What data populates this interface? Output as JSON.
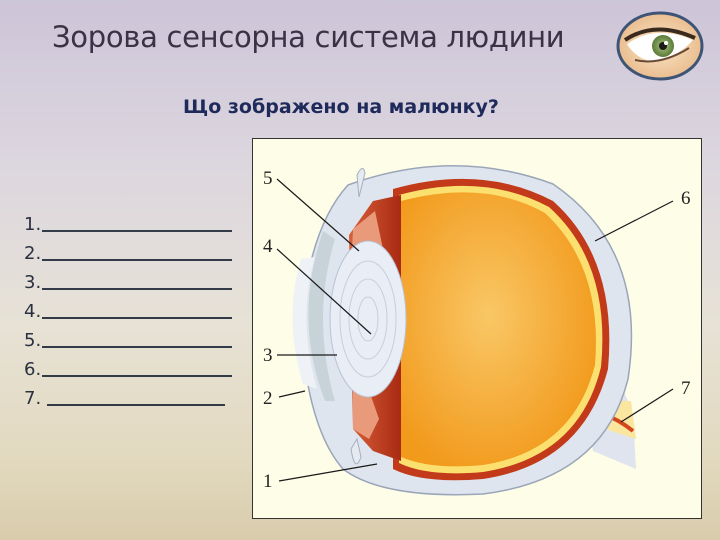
{
  "slide": {
    "title": "Зорова сенсорна система людини",
    "question": "Що зображено на малюнку?",
    "header_image": "eye-photo-icon"
  },
  "answers": [
    {
      "number": "1.",
      "blank": ""
    },
    {
      "number": "2.",
      "blank": ""
    },
    {
      "number": "3.",
      "blank": ""
    },
    {
      "number": "4.",
      "blank": ""
    },
    {
      "number": "5.",
      "blank": ""
    },
    {
      "number": "6.",
      "blank": ""
    },
    {
      "number": "7.",
      "blank": ""
    }
  ],
  "diagram": {
    "subject": "eyeball-cross-section",
    "labels": [
      {
        "id": "1",
        "text": "1"
      },
      {
        "id": "2",
        "text": "2"
      },
      {
        "id": "3",
        "text": "3"
      },
      {
        "id": "4",
        "text": "4"
      },
      {
        "id": "5",
        "text": "5"
      },
      {
        "id": "6",
        "text": "6"
      },
      {
        "id": "7",
        "text": "7"
      }
    ],
    "colors": {
      "background": "#fefde8",
      "vitreous": "#f5a623",
      "sclera": "#dde3ee",
      "choroid": "#b8321a",
      "lens": "#e8ecf4",
      "cornea": "#c8d4dc"
    }
  }
}
